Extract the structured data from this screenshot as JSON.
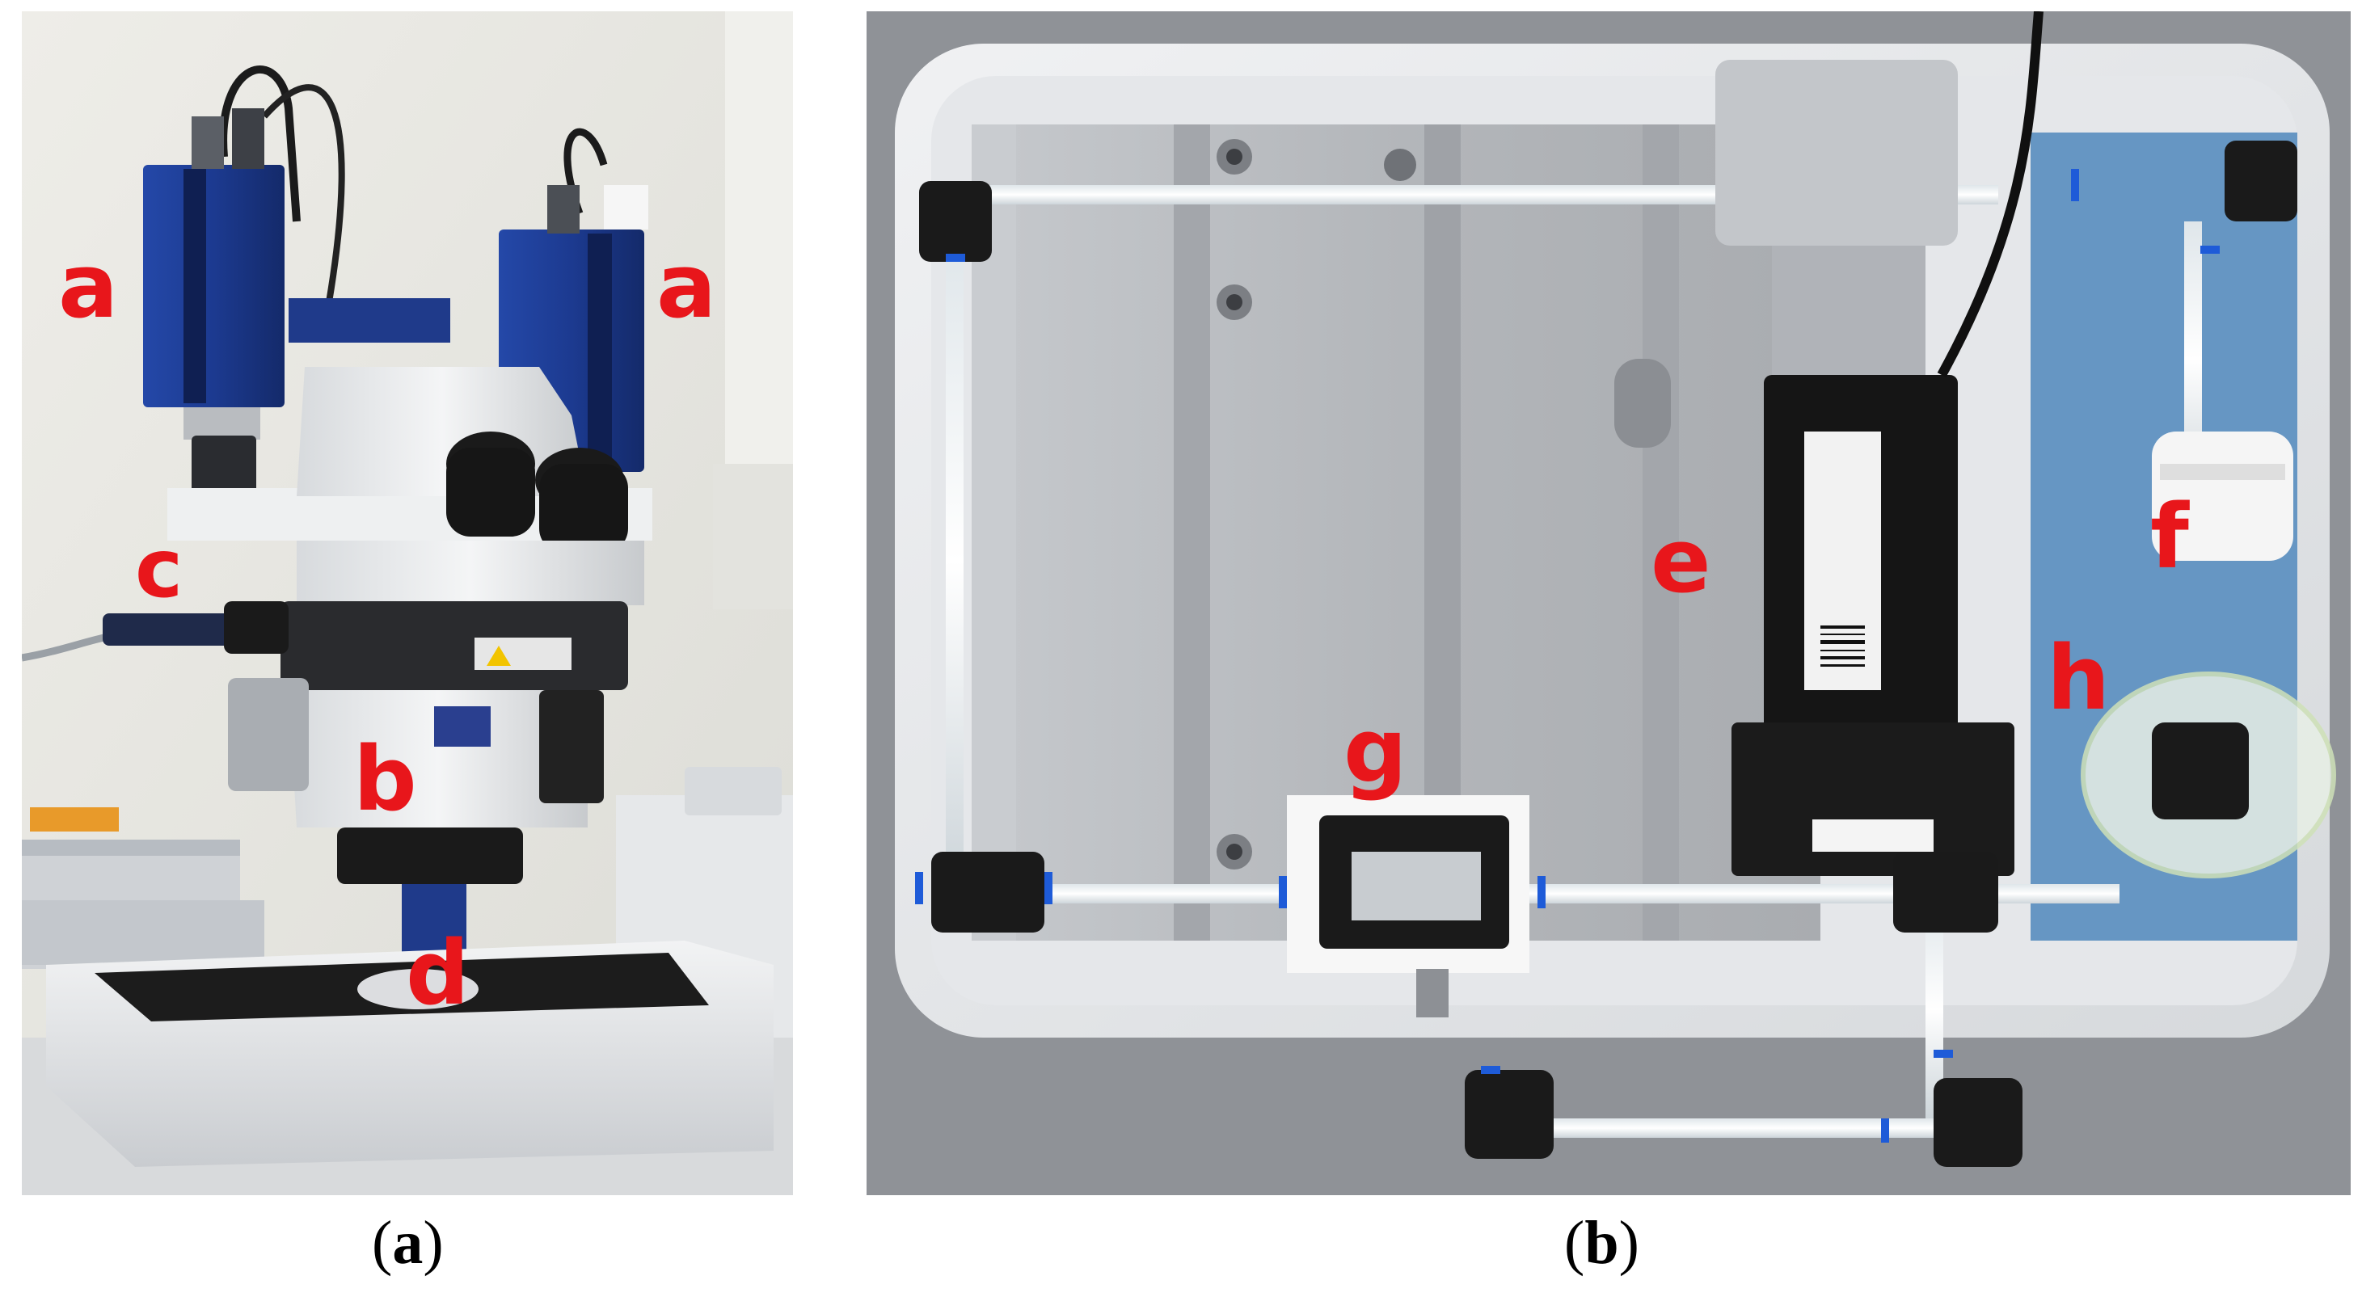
{
  "figure": {
    "panel_a": {
      "caption_letter": "a",
      "labels": {
        "a_left": "a",
        "a_right": "a",
        "b": "b",
        "c": "c",
        "d": "d"
      }
    },
    "panel_b": {
      "caption_letter": "b",
      "labels": {
        "e": "e",
        "f": "f",
        "g": "g",
        "h": "h"
      }
    }
  },
  "colors": {
    "label_red": "#e8161b",
    "camera_blue": "#1f3a8a",
    "aluminum": "#b9bcc0",
    "tray": "#e7e9ec",
    "fitting_black": "#1a1a1a",
    "blue_ring": "#1e5bd8"
  },
  "icons": [
    "microscope-photo",
    "flow-cell-setup-photo"
  ]
}
